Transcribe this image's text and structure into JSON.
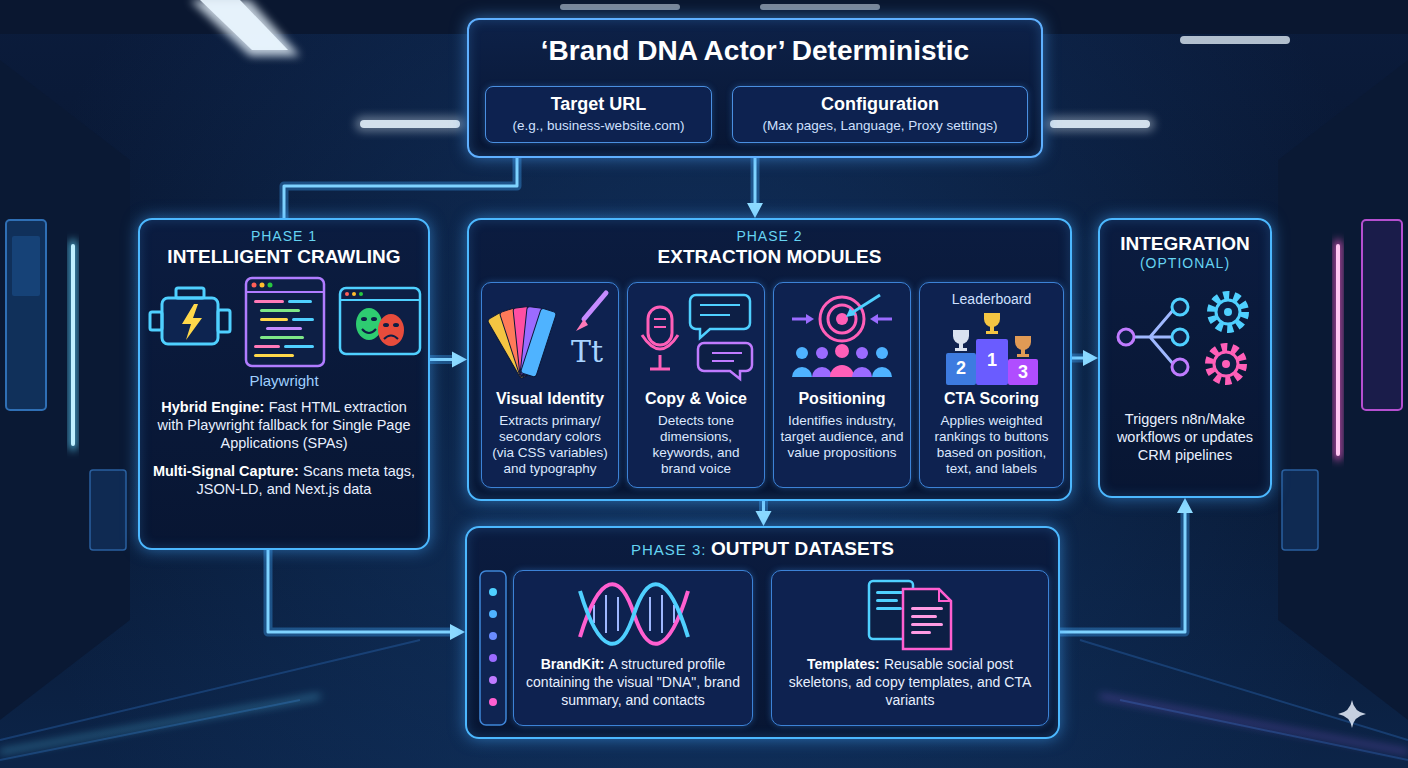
{
  "diagram": {
    "nodes": [
      {
        "text": [
          "‘Brand DNA Actor’ Deterministic"
        ]
      },
      {
        "text": [
          "Target URL",
          "(e.g., business-website.com)"
        ],
        "in": 0
      },
      {
        "text": [
          "Configuration",
          "(Max pages, Language, Proxy settings)"
        ],
        "in": 0
      },
      {
        "text": [
          "PHASE 1",
          "INTELLIGENT CRAWLING",
          "Playwright",
          "Hybrid Engine:",
          "Fast HTML extraction with Playwright fallback for Single Page Applications (SPAs)",
          "Multi-Signal Capture:",
          "Scans meta tags, JSON-LD, and Next.js data"
        ]
      },
      {
        "text": [
          "PHASE 2",
          "EXTRACTION MODULES"
        ]
      },
      {
        "text": [
          "Visual Identity",
          "Extracts primary/ secondary colors (via CSS variables) and typography"
        ],
        "in": 4
      },
      {
        "text": [
          "Copy & Voice",
          "Detects tone dimensions, keywords, and brand voice"
        ],
        "in": 4
      },
      {
        "text": [
          "Positioning",
          "Identifies industry, target audience, and value propositions"
        ],
        "in": 4
      },
      {
        "text": [
          "Leaderboard",
          "CTA Scoring",
          "Applies weighted rankings to buttons based on position, text, and labels"
        ],
        "in": 4
      },
      {
        "text": [
          "INTEGRATION",
          "(OPTIONAL)",
          "Triggers n8n/Make workflows or updates CRM pipelines"
        ]
      },
      {
        "text": [
          "PHASE 3:",
          "OUTPUT DATASETS"
        ]
      },
      {
        "text": [
          "BrandKit:",
          "A structured profile containing the visual \"DNA\", brand summary, and contacts"
        ],
        "in": 10
      },
      {
        "text": [
          "Templates:",
          "Reusable social post skeletons, ad copy templates, and CTA variants"
        ],
        "in": 10
      }
    ],
    "edges": [
      {
        "from": 0,
        "to": 3,
        "arrow": "none"
      },
      {
        "from": 0,
        "to": 4,
        "arrow": "to"
      },
      {
        "from": 3,
        "to": 4,
        "arrow": "to"
      },
      {
        "from": 4,
        "to": 9,
        "arrow": "to"
      },
      {
        "from": 4,
        "to": 10,
        "arrow": "to"
      },
      {
        "from": 3,
        "to": 10,
        "arrow": "to"
      },
      {
        "from": 10,
        "to": 9,
        "arrow": "to"
      }
    ],
    "labels": [
      "Tt",
      "2",
      "1",
      "3"
    ]
  }
}
